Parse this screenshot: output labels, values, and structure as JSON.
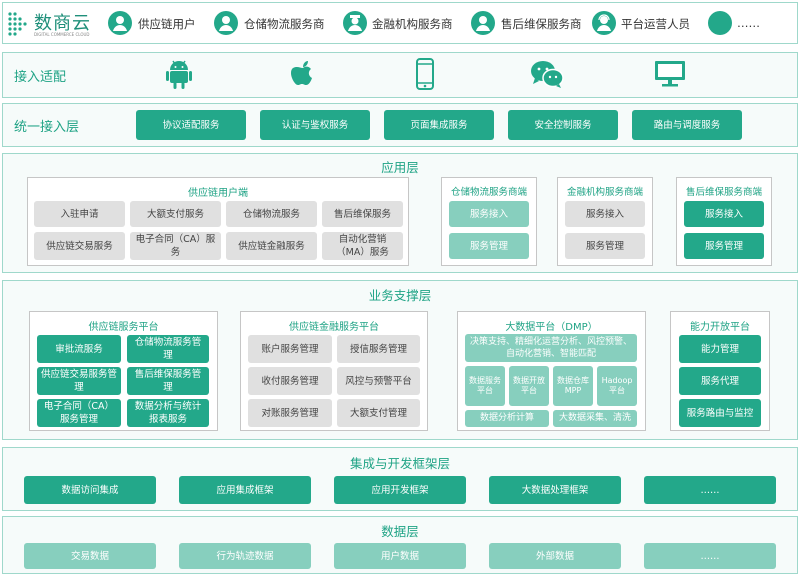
{
  "brand": {
    "name": "数商云",
    "tagline": "DIGITAL COMMERCE CLOUD"
  },
  "roles": [
    "供应链用户",
    "仓储物流服务商",
    "金融机构服务商",
    "售后维保服务商",
    "平台运营人员",
    "……"
  ],
  "access": {
    "title": "接入适配",
    "icons": [
      "android-icon",
      "apple-icon",
      "mobile-phone-icon",
      "wechat-icon",
      "desktop-monitor-icon"
    ]
  },
  "unified": {
    "title": "统一接入层",
    "items": [
      "协议适配服务",
      "认证与鉴权服务",
      "页面集成服务",
      "安全控制服务",
      "路由与调度服务"
    ]
  },
  "app_layer": {
    "title": "应用层",
    "supply_user": {
      "title": "供应链用户端",
      "items": [
        "入驻申请",
        "大额支付服务",
        "仓储物流服务",
        "售后维保服务",
        "供应链交易服务",
        "电子合同（CA）服务",
        "供应链金融服务",
        "自动化营销（MA）服务"
      ]
    },
    "warehouse": {
      "title": "仓储物流服务商端",
      "items": [
        "服务接入",
        "服务管理"
      ]
    },
    "finance": {
      "title": "金融机构服务商端",
      "items": [
        "服务接入",
        "服务管理"
      ]
    },
    "aftersale": {
      "title": "售后维保服务商端",
      "items": [
        "服务接入",
        "服务管理"
      ]
    }
  },
  "biz_layer": {
    "title": "业务支撑层",
    "scm_platform": {
      "title": "供应链服务平台",
      "items": [
        "审批流服务",
        "仓储物流服务管理",
        "供应链交易服务管理",
        "售后维保服务管理",
        "电子合同（CA）服务管理",
        "数据分析与统计报表服务"
      ]
    },
    "finance_platform": {
      "title": "供应链金融服务平台",
      "items": [
        "账户服务管理",
        "授信服务管理",
        "收付服务管理",
        "风控与预警平台",
        "对账服务管理",
        "大额支付管理"
      ]
    },
    "dmp": {
      "title": "大数据平台（DMP）",
      "top": "决策支持、精细化运营分析、风控预警、自动化营销、智能匹配",
      "small": [
        "数据服务平台",
        "数据开放平台",
        "数据仓库MPP",
        "Hadoop平台"
      ],
      "bottom": [
        "数据分析计算",
        "大数据采集、清洗"
      ]
    },
    "capability": {
      "title": "能力开放平台",
      "items": [
        "能力管理",
        "服务代理",
        "服务路由与监控"
      ]
    }
  },
  "integration": {
    "title": "集成与开发框架层",
    "items": [
      "数据访问集成",
      "应用集成框架",
      "应用开发框架",
      "大数据处理框架",
      "……"
    ]
  },
  "data_layer": {
    "title": "数据层",
    "items": [
      "交易数据",
      "行为轨迹数据",
      "用户数据",
      "外部数据",
      "……"
    ]
  }
}
